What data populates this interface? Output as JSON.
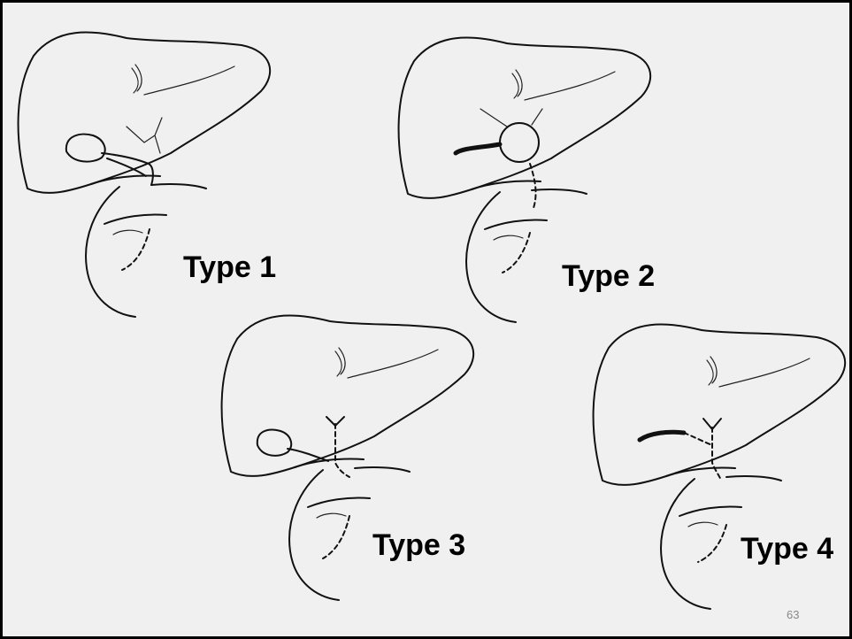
{
  "diagrams": [
    {
      "label": "Type 1"
    },
    {
      "label": "Type 2"
    },
    {
      "label": "Type 3"
    },
    {
      "label": "Type 4"
    }
  ],
  "page_number": "63",
  "colors": {
    "background": "#f0f0f0",
    "line": "#111111",
    "border": "#000000",
    "page_number": "#888888"
  }
}
